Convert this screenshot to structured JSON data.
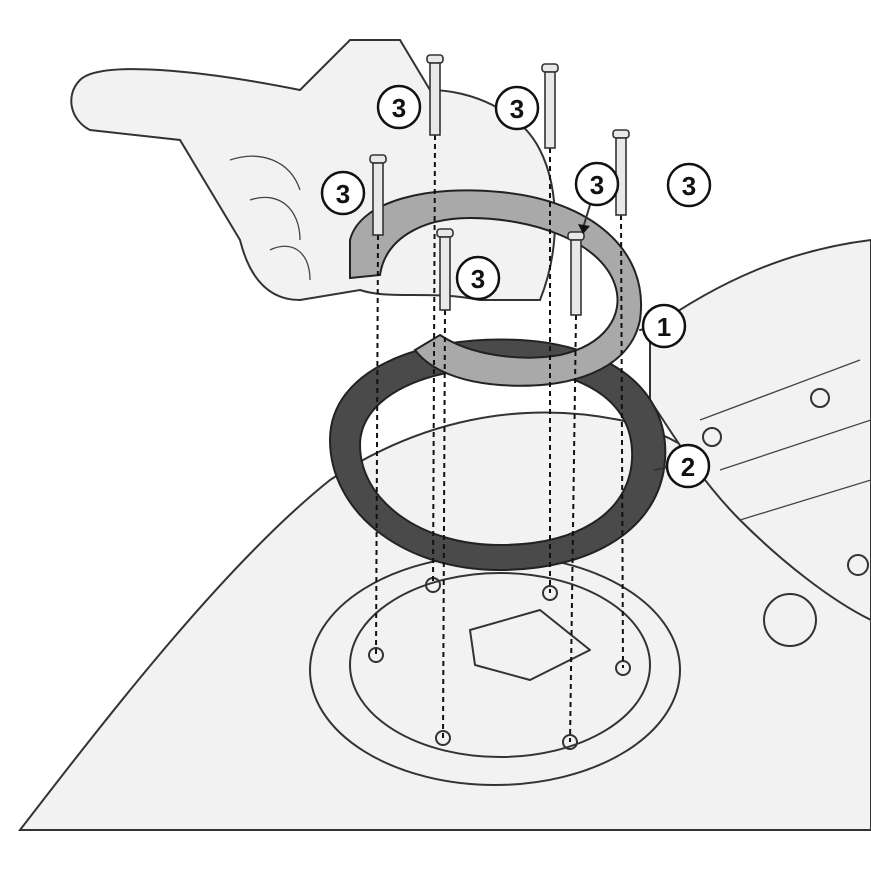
{
  "callouts": {
    "part_1": "1",
    "part_2": "2",
    "part_3": "3"
  },
  "colors": {
    "flange_ring": "#a9a9a9",
    "gasket_ring": "#4a4a4a",
    "line_art": "#333333",
    "fill": "#f2f2f2"
  }
}
